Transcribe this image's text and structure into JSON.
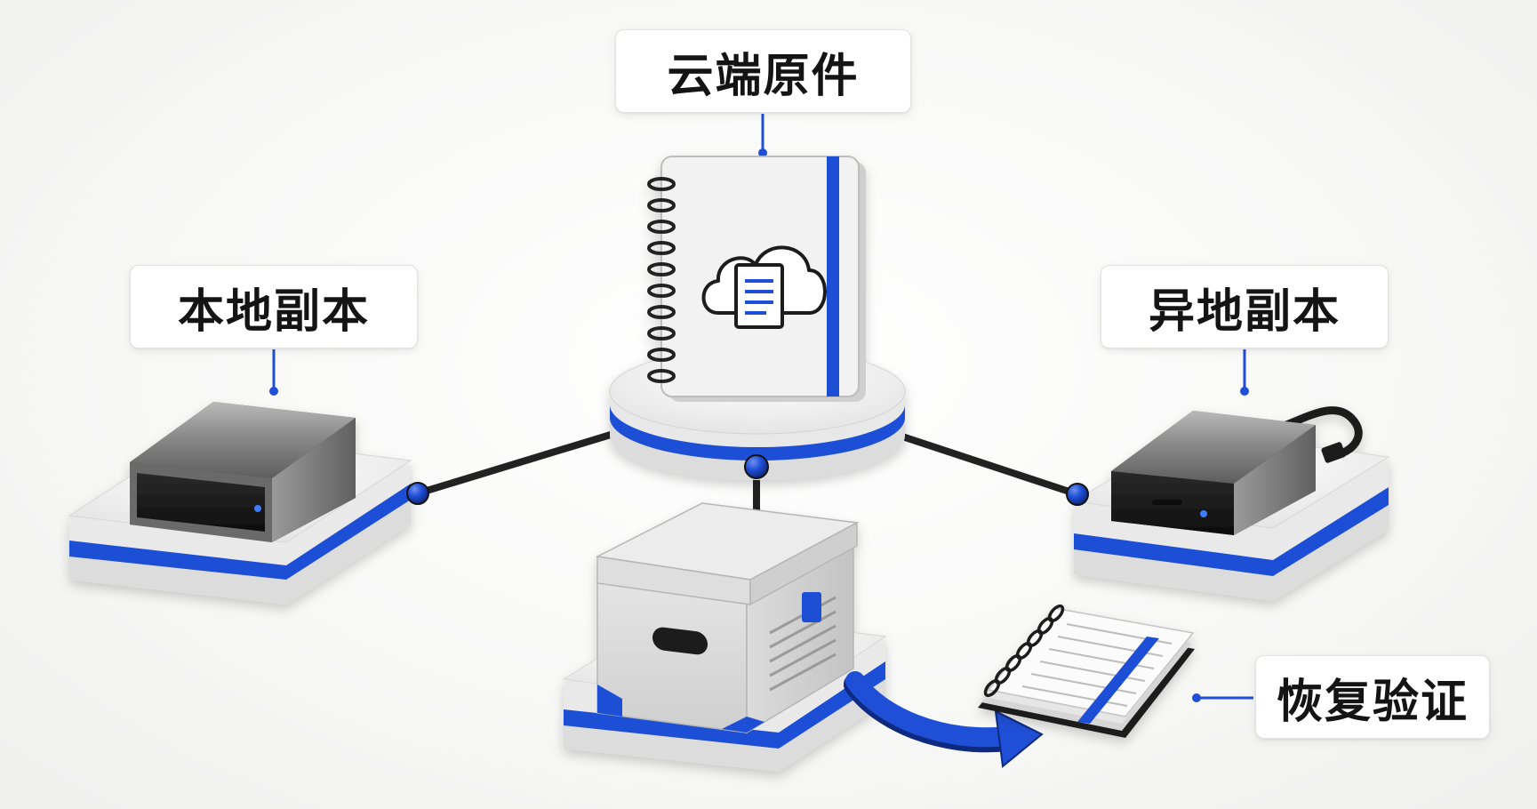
{
  "labels": {
    "cloud_original": "云端原件",
    "local_copy": "本地副本",
    "offsite_copy": "异地副本",
    "restore_verify": "恢复验证"
  },
  "colors": {
    "accent_blue": "#1f4fd6",
    "platform_white": "#f1f1f1",
    "device_gray": "#8c8c8c",
    "device_dark": "#1b1b1b",
    "connector_line": "#2a2a2a",
    "label_text": "#141414"
  },
  "icons": {
    "central": "cloud-notebook-icon",
    "local": "hard-drive-icon",
    "offsite": "external-drive-icon",
    "archive": "archive-box-icon",
    "restored": "notebook-icon",
    "restore_arrow": "curved-arrow-icon"
  }
}
